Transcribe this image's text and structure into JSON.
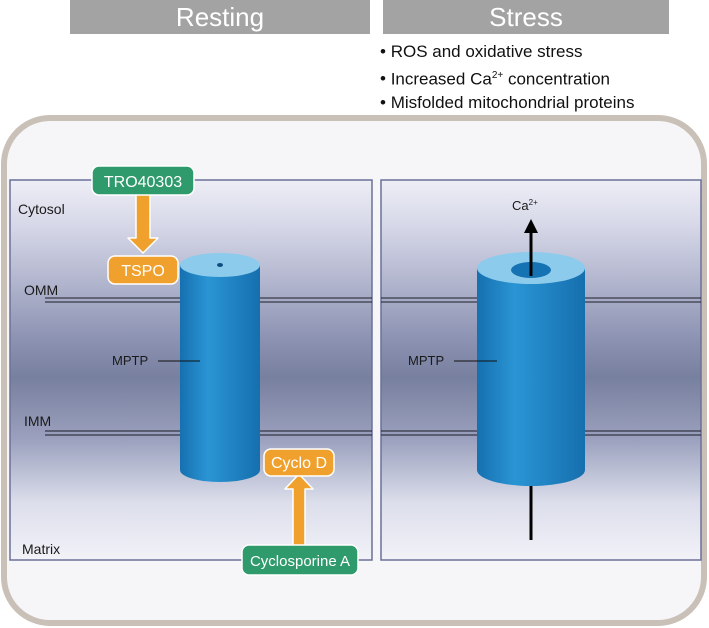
{
  "headers": {
    "resting": "Resting",
    "stress": "Stress"
  },
  "stress_conditions": [
    {
      "pre": "ROS and oxidative stress",
      "sup": "",
      "post": ""
    },
    {
      "pre": "Increased Ca",
      "sup": "2+",
      "post": " concentration"
    },
    {
      "pre": "Misfolded mitochondrial proteins",
      "sup": "",
      "post": ""
    }
  ],
  "labels": {
    "cytosol": "Cytosol",
    "omm": "OMM",
    "imm": "IMM",
    "matrix": "Matrix",
    "mptp_resting": "MPTP",
    "mptp_stress": "MPTP",
    "ca_ion": "Ca",
    "ca_charge": "2+"
  },
  "boxes": {
    "tro40303": "TRO40303",
    "tspo": "TSPO",
    "cyclo_d": "Cyclo D",
    "cyclosporine_a": "Cyclosporine A"
  },
  "colors": {
    "header_bg": "#a3a3a3",
    "drug_green": "#2f9a6b",
    "target_orange": "#f0a12d",
    "channel_blue": "#1f86c6",
    "channel_top": "#8ccbec",
    "membrane_band": "#8087a8",
    "frame": "#c9c0b7"
  }
}
